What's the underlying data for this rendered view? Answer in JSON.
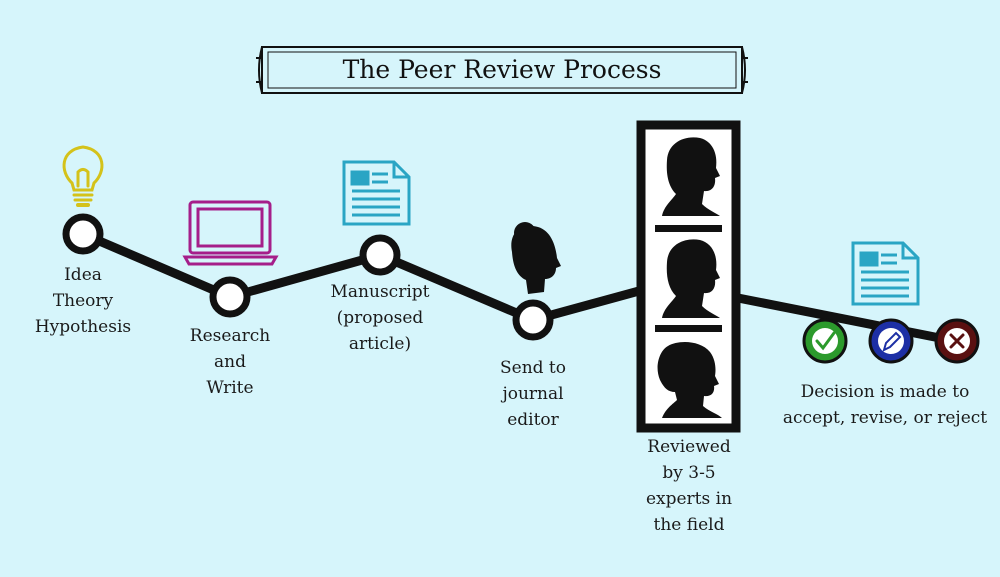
{
  "title": "The Peer Review Process",
  "steps": [
    {
      "label": "Idea\nTheory\nHypothesis"
    },
    {
      "label": "Research\nand\nWrite"
    },
    {
      "label": "Manuscript\n(proposed article)"
    },
    {
      "label": "Send to\njournal\neditor"
    },
    {
      "label": "Reviewed\nby 3-5\nexperts in\nthe field"
    },
    {
      "label": "Decision is made to\naccept, revise, or reject"
    }
  ],
  "icons": [
    "lightbulb-icon",
    "laptop-icon",
    "document-icon",
    "woman-silhouette-icon",
    "man-silhouette-icon",
    "man-silhouette-icon",
    "woman-silhouette-icon",
    "document-icon",
    "checkmark-icon",
    "pencil-icon",
    "x-icon"
  ],
  "colors": {
    "background": "#d6f5fb",
    "line": "#111111",
    "lightbulb": "#d4c21a",
    "laptop": "#a51e8a",
    "document": "#2aa5c4",
    "accept": "#2c9a2c",
    "revise": "#1d2fa5",
    "reject": "#5a1010"
  }
}
